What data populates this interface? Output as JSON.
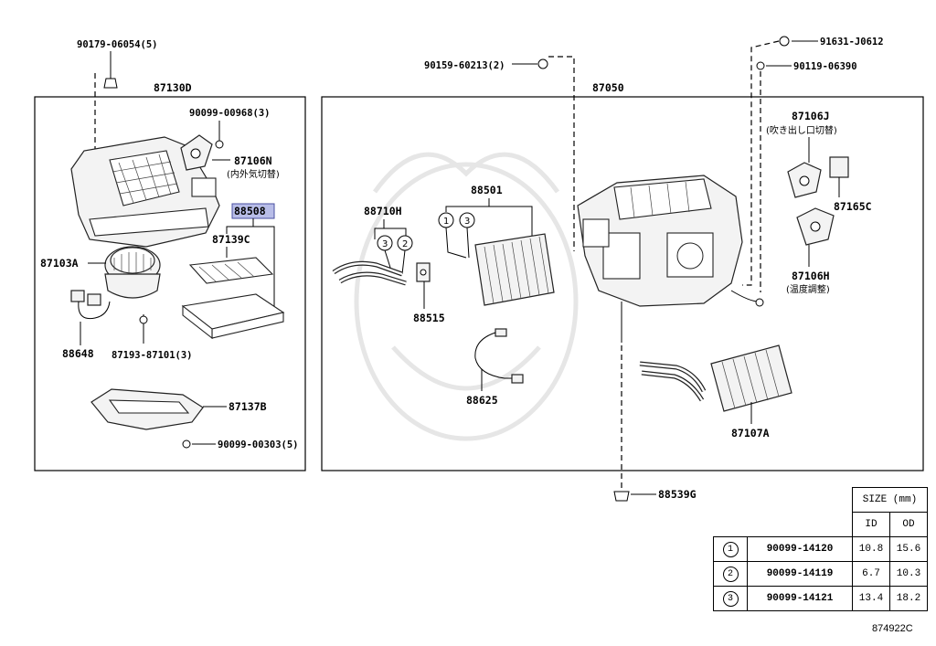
{
  "labels": {
    "p90179": "90179-06054(5)",
    "p87130d": "87130D",
    "p90099_968": "90099-00968(3)",
    "p87106n": "87106N",
    "p87106n_note": "(内外気切替)",
    "p88508": "88508",
    "p87139c": "87139C",
    "p87103a": "87103A",
    "p88648": "88648",
    "p87193": "87193-87101(3)",
    "p87137b": "87137B",
    "p90099_303": "90099-00303(5)",
    "p90159": "90159-60213(2)",
    "p87050": "87050",
    "p91631": "91631-J0612",
    "p90119": "90119-06390",
    "p87106j": "87106J",
    "p87106j_note": "(吹き出し口切替)",
    "p87165c": "87165C",
    "p87106h": "87106H",
    "p87106h_note": "(温度調整)",
    "p88710h": "88710H",
    "p88501": "88501",
    "p88515": "88515",
    "p88625": "88625",
    "p87107a": "87107A",
    "p88539g": "88539G",
    "c1": "1",
    "c2": "2",
    "c3": "3"
  },
  "highlight_color": "#b8bde8",
  "size_table": {
    "title": "SIZE (mm)",
    "col_id": "ID",
    "col_od": "OD",
    "rows": [
      {
        "mark": "1",
        "part": "90099-14120",
        "id": "10.8",
        "od": "15.6"
      },
      {
        "mark": "2",
        "part": "90099-14119",
        "id": "6.7",
        "od": "10.3"
      },
      {
        "mark": "3",
        "part": "90099-14121",
        "id": "13.4",
        "od": "18.2"
      }
    ]
  },
  "diagram_code": "874922C"
}
